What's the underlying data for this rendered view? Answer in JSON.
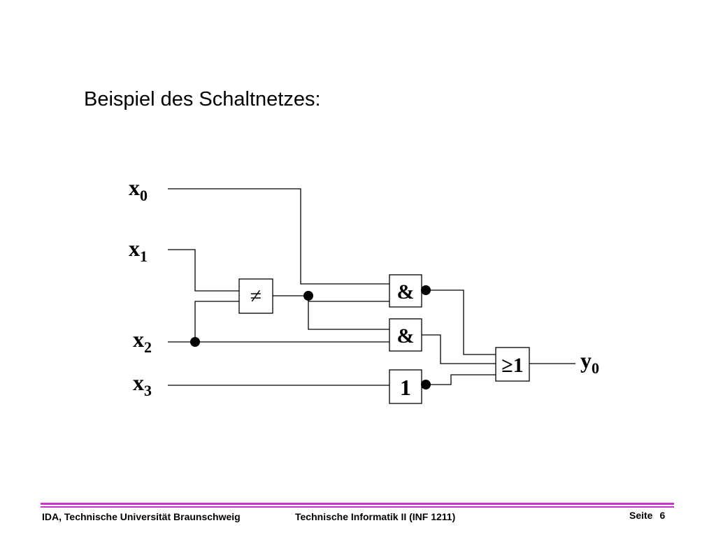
{
  "slide": {
    "title": "Beispiel des Schaltnetzes:"
  },
  "circuit": {
    "inputs": [
      {
        "name": "x",
        "index": "0"
      },
      {
        "name": "x",
        "index": "1"
      },
      {
        "name": "x",
        "index": "2"
      },
      {
        "name": "x",
        "index": "3"
      }
    ],
    "output": {
      "name": "y",
      "index": "0"
    },
    "gates": {
      "xor": "≠",
      "and_top": "&",
      "and_bottom": "&",
      "identity": "1",
      "or": "≥1"
    },
    "wire_color": "#000000"
  },
  "footer": {
    "institution": "IDA, Technische Universität Braunschweig",
    "course": "Technische Informatik II (INF 1211)",
    "page_label": "Seite",
    "page_number": "6",
    "line_color": "#cc33cc"
  }
}
